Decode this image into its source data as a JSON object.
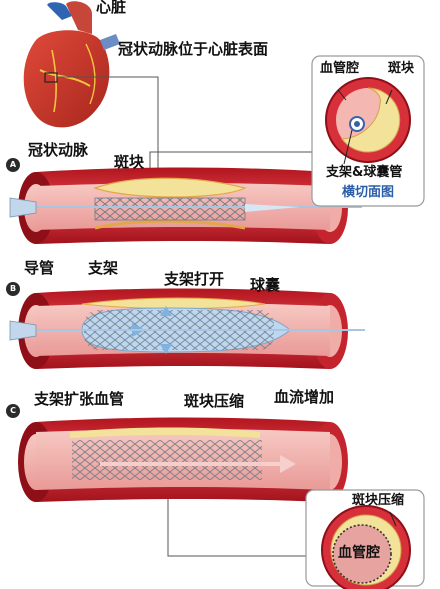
{
  "labels": {
    "heart": "心脏",
    "coronary_on_surface": "冠状动脉位于心脏表面",
    "coronary_artery": "冠状动脉",
    "plaque_a": "斑块",
    "catheter": "导管",
    "stent_a": "支架",
    "stent_open": "支架打开",
    "balloon": "球囊",
    "stent_dilates": "支架扩张血管",
    "plaque_compressed_b": "斑块压缩",
    "blood_flow_increase": "血流增加"
  },
  "cross_section_top": {
    "lumen": "血管腔",
    "plaque": "斑块",
    "stent_balloon": "支架&球囊管",
    "caption": "横切面图"
  },
  "cross_section_bottom": {
    "plaque_compressed": "斑块压缩",
    "lumen": "血管腔"
  },
  "steps": [
    "A",
    "B",
    "C"
  ],
  "colors": {
    "vessel_red": "#d8303a",
    "vessel_dark": "#9e1420",
    "lumen_pink": "#f4b7b2",
    "plaque_yellow": "#f3e39a",
    "stent_gray": "#9aa7b2",
    "balloon_blue": "#bcd7ef",
    "box_border": "#9a9a9a",
    "caption_blue": "#2a5ea8"
  }
}
